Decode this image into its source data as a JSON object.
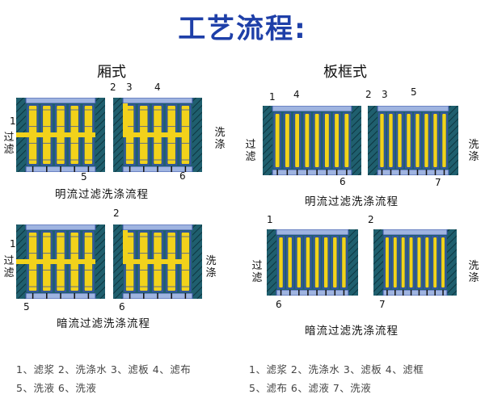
{
  "title": "工艺流程:",
  "chamber": {
    "heading": "厢式",
    "open_caption": "明流过滤洗涤流程",
    "concealed_caption": "暗流过滤洗涤流程",
    "filter_label": "过滤",
    "wash_label": "洗涤",
    "legend_line1": "1、滤浆 2、洗涤水 3、滤板 4、滤布",
    "legend_line2": "5、洗液 6、洗液",
    "top": {
      "n1": "1",
      "n2": "2",
      "n3": "3",
      "n4": "4",
      "n5": "5",
      "n6": "6"
    },
    "bottom": {
      "n1": "1",
      "n2": "2",
      "n5": "5",
      "n6": "6"
    }
  },
  "frame": {
    "heading": "板框式",
    "open_caption": "明流过滤洗涤流程",
    "concealed_caption": "暗流过滤洗涤流程",
    "filter_label": "过滤",
    "wash_label": "洗涤",
    "legend_line1": "1、滤浆 2、洗涤水 3、滤板 4、滤框",
    "legend_line2": "5、滤布 6、滤液   7、洗液",
    "top": {
      "n1": "1",
      "n2": "2",
      "n3": "3",
      "n4": "4",
      "n5": "5",
      "n6": "6",
      "n7": "7"
    },
    "bottom": {
      "n1": "1",
      "n2": "2",
      "n6": "6",
      "n7": "7"
    }
  },
  "colors": {
    "plate": "#1f5f6e",
    "hatch": "#0d3540",
    "slurry": "#f2d21b",
    "cloth": "#3a55a8",
    "channel": "#9fb4e0"
  }
}
